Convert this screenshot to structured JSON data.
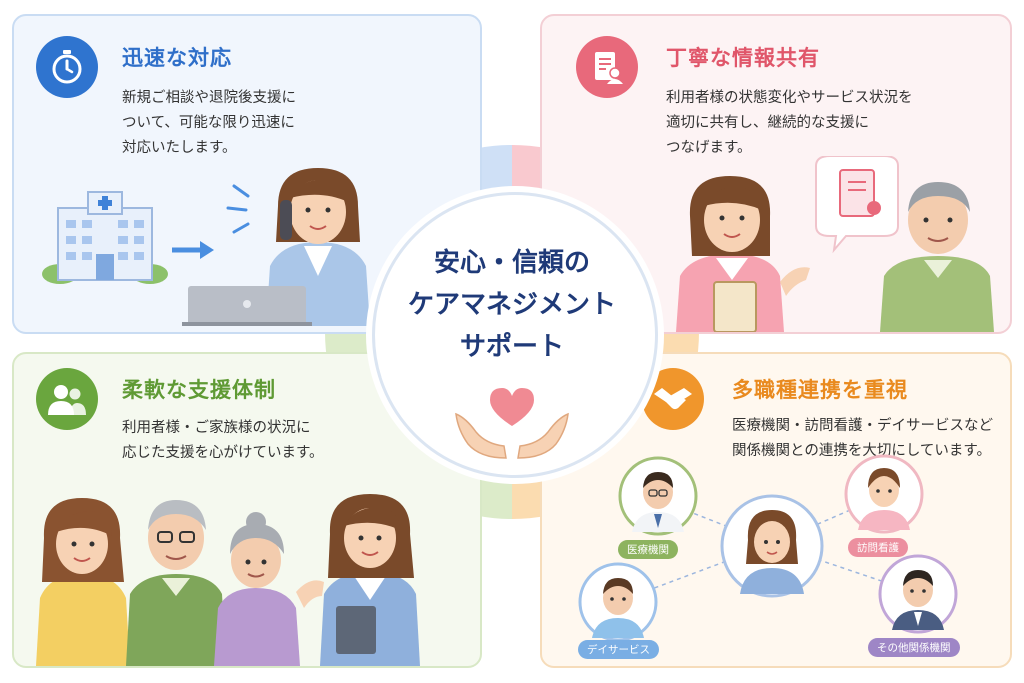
{
  "center": {
    "lines": [
      "安心・信頼の",
      "ケアマネジメント",
      "サポート"
    ]
  },
  "panels": {
    "rapid": {
      "title": "迅速な対応",
      "desc": [
        "新規ご相談や退院後支援に",
        "ついて、可能な限り迅速に",
        "対応いたします。"
      ],
      "icon": "stopwatch-icon",
      "color": "#2f6fc9"
    },
    "info": {
      "title": "丁寧な情報共有",
      "desc": [
        "利用者様の状態変化やサービス状況を",
        "適切に共有し、継続的な支援に",
        "つなげます。"
      ],
      "icon": "document-person-icon",
      "color": "#e0566a"
    },
    "flexible": {
      "title": "柔軟な支援体制",
      "desc": [
        "利用者様・ご家族様の状況に",
        "応じた支援を心がけています。"
      ],
      "icon": "people-icon",
      "color": "#5f9a34"
    },
    "collab": {
      "title": "多職種連携を重視",
      "desc": [
        "医療機関・訪問看護・デイサービスなど",
        "関係機関との連携を大切にしています。"
      ],
      "icon": "handshake-icon",
      "color": "#e98a1f",
      "network": [
        "医療機関",
        "訪問看護",
        "デイサービス",
        "その他関係機関"
      ]
    }
  }
}
